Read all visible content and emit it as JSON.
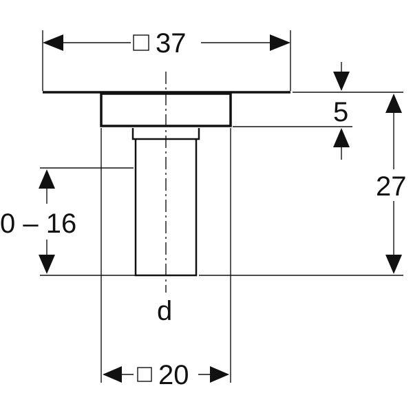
{
  "drawing": {
    "dimensions": {
      "flange_width": {
        "symbol": "□",
        "value": "37"
      },
      "flange_thickness": {
        "value": "5"
      },
      "total_height": {
        "value": "27"
      },
      "adjust_range": {
        "value": "0 – 16"
      },
      "body_width": {
        "symbol": "□",
        "value": "20"
      }
    },
    "pipe_label": "d"
  }
}
